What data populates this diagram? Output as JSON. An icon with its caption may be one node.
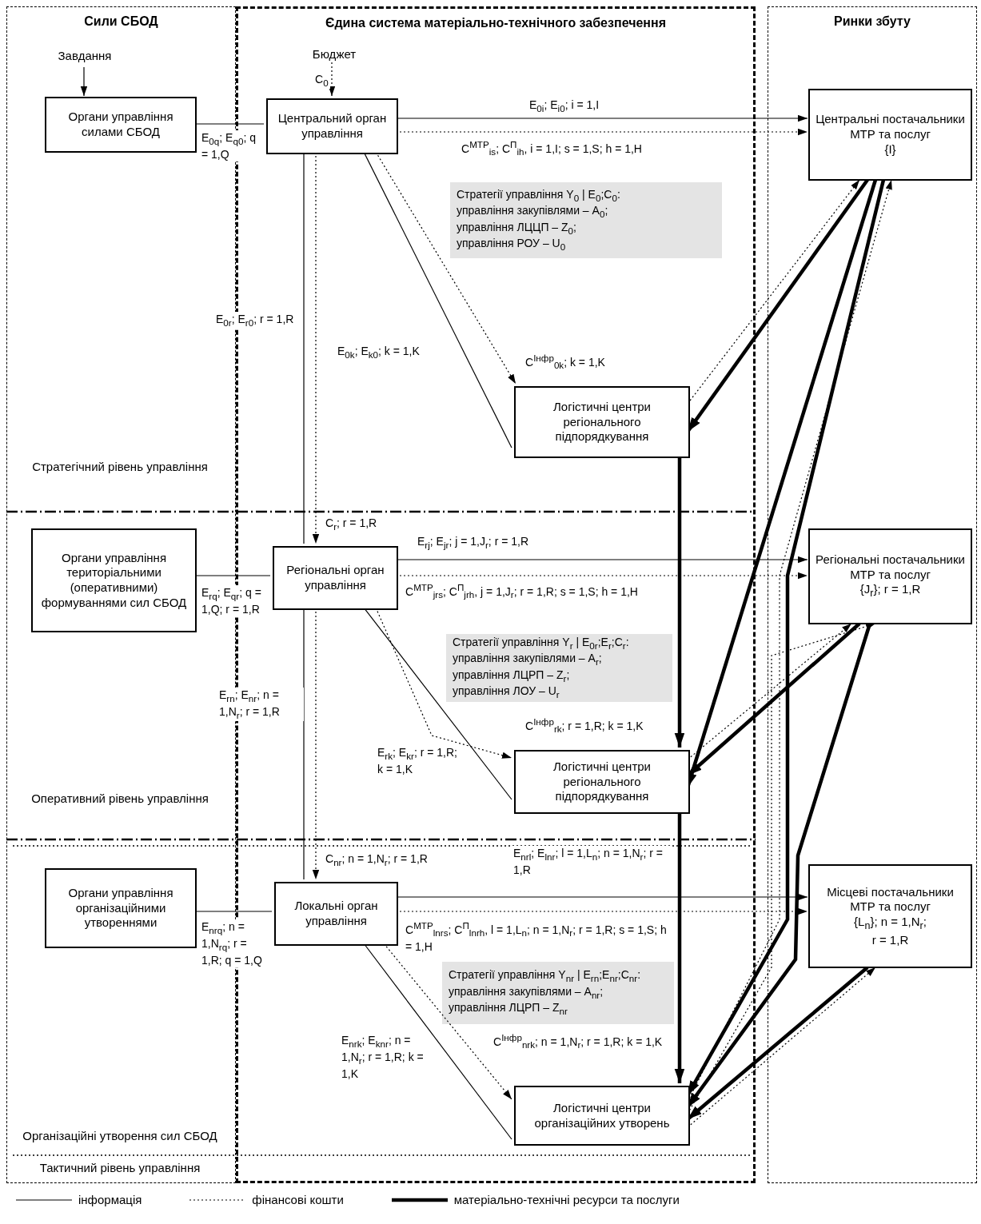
{
  "diagram": {
    "nodes": [
      {
        "text": [
          "Сили СБОД"
        ]
      },
      {
        "text": [
          "Єдина система матеріально-технічного забезпечення"
        ]
      },
      {
        "text": [
          "Ринки збуту"
        ]
      },
      {
        "text": [
          "Завдання"
        ],
        "in": 0
      },
      {
        "text": [
          "Органи управління силами СБОД"
        ],
        "in": 0
      },
      {
        "text": [
          "Органи управління територіальними (оперативними) формуваннями сил СБОД"
        ],
        "in": 0
      },
      {
        "text": [
          "Органи управління організаційними утвореннями"
        ],
        "in": 0
      },
      {
        "text": [
          "Бюджет"
        ],
        "in": 1
      },
      {
        "text": [
          "Центральний орган управління"
        ],
        "in": 1
      },
      {
        "text": [
          "Стратегії управління Y$_{0}$ | E$_{0}$;C$_{0}$:",
          "управління закупівлями – A$_{0}$;",
          "управління ЛЦЦП – Z$_{0}$;",
          "управління РОУ – U$_{0}$"
        ],
        "in": 1
      },
      {
        "text": [
          "Логістичні центри регіонального підпорядкування"
        ],
        "in": 1
      },
      {
        "text": [
          "Регіональні орган управління"
        ],
        "in": 1
      },
      {
        "text": [
          "Стратегії управління Y$_{r}$ | E$_{0r}$;E$_{r}$;C$_{r}$:",
          "управління закупівлями – A$_{r}$;",
          "управління ЛЦРП – Z$_{r}$;",
          "управління ЛОУ – U$_{r}$"
        ],
        "in": 1
      },
      {
        "text": [
          "Логістичні центри регіонального підпорядкування"
        ],
        "in": 1
      },
      {
        "text": [
          "Локальні орган управління"
        ],
        "in": 1
      },
      {
        "text": [
          "Стратегії управління Y$_{nr}$ | E$_{rn}$;E$_{nr}$;C$_{nr}$:",
          "управління закупівлями – A$_{nr}$;",
          "управління ЛЦРП – Z$_{nr}$"
        ],
        "in": 1
      },
      {
        "text": [
          "Логістичні центри організаційних утворень"
        ],
        "in": 1
      },
      {
        "text": [
          "Центральні постачальники МТР та послуг",
          "{I}"
        ],
        "in": 2
      },
      {
        "text": [
          "Регіональні постачальники МТР та послуг",
          "{J$_{r}$}; r = 1,R"
        ],
        "in": 2
      },
      {
        "text": [
          "Місцеві постачальники МТР та послуг",
          "{L$_{n}$}; n = 1,N$_{r}$;",
          "r = 1,R"
        ],
        "in": 2
      }
    ],
    "edges": [
      {
        "from": 3,
        "to": 4,
        "arrow": "to"
      },
      {
        "from": 4,
        "to": 8,
        "arrow": "none",
        "label": "E$_{0q}$; E$_{q0}$; q = 1,Q"
      },
      {
        "from": 7,
        "to": 8,
        "arrow": "to",
        "style": "dashed",
        "label": "C$_{0}$"
      },
      {
        "from": 8,
        "to": 17,
        "arrow": "to",
        "label": "E$_{0i}$; E$_{i0}$; i = 1,I"
      },
      {
        "from": 8,
        "to": 17,
        "arrow": "to",
        "style": "dashed",
        "label": "C$^{МТР}$$_{is}$; C$^{П}$$_{ih}$, i = 1,I; s = 1,S; h = 1,H"
      },
      {
        "from": 8,
        "to": 10,
        "arrow": "none",
        "label": "E$_{0k}$; E$_{k0}$; k = 1,K"
      },
      {
        "from": 8,
        "to": 10,
        "arrow": "to",
        "style": "dashed",
        "label": "C$^{Інфр}$$_{0k}$; k = 1,K"
      },
      {
        "from": 8,
        "to": 11,
        "arrow": "none",
        "label": "E$_{0r}$; E$_{r0}$; r = 1,R"
      },
      {
        "from": 8,
        "to": 11,
        "arrow": "to",
        "style": "dashed",
        "label": "C$_{r}$; r = 1,R"
      },
      {
        "from": 17,
        "to": 10,
        "arrow": "to",
        "style": "thick"
      },
      {
        "from": 10,
        "to": 17,
        "arrow": "to",
        "style": "dashed"
      },
      {
        "from": 10,
        "to": 13,
        "arrow": "to",
        "style": "thick"
      },
      {
        "from": 17,
        "to": 13,
        "arrow": "to",
        "style": "thick"
      },
      {
        "from": 17,
        "to": 16,
        "arrow": "to",
        "style": "thick"
      },
      {
        "from": 16,
        "to": 17,
        "arrow": "to",
        "style": "dashed"
      },
      {
        "from": 11,
        "to": 5,
        "arrow": "none",
        "label": "E$_{rq}$; E$_{qr}$; q = 1,Q; r = 1,R"
      },
      {
        "from": 11,
        "to": 18,
        "arrow": "to",
        "label": "E$_{rj}$; E$_{jr}$; j = 1,J$_{r}$; r = 1,R"
      },
      {
        "from": 11,
        "to": 18,
        "arrow": "to",
        "style": "dashed",
        "label": "C$^{МТР}$$_{jrs}$; C$^{П}$$_{jrh}$, j = 1,J$_{r}$; r = 1,R; s = 1,S; h = 1,H"
      },
      {
        "from": 11,
        "to": 13,
        "arrow": "none",
        "label": "E$_{rk}$; E$_{kr}$; r = 1,R; k = 1,K"
      },
      {
        "from": 11,
        "to": 13,
        "arrow": "to",
        "style": "dashed",
        "label": "C$^{Інфр}$$_{rk}$; r = 1,R; k = 1,K"
      },
      {
        "from": 11,
        "to": 14,
        "arrow": "none",
        "label": "E$_{rn}$; E$_{nr}$; n = 1,N$_{r}$; r = 1,R"
      },
      {
        "from": 11,
        "to": 14,
        "arrow": "to",
        "style": "dashed",
        "label": "C$_{nr}$; n = 1,N$_{r}$; r = 1,R"
      },
      {
        "from": 18,
        "to": 13,
        "arrow": "to",
        "style": "thick"
      },
      {
        "from": 13,
        "to": 18,
        "arrow": "to",
        "style": "dashed"
      },
      {
        "from": 18,
        "to": 16,
        "arrow": "to",
        "style": "thick"
      },
      {
        "from": 16,
        "to": 18,
        "arrow": "to",
        "style": "dashed"
      },
      {
        "from": 13,
        "to": 16,
        "arrow": "to",
        "style": "thick"
      },
      {
        "from": 14,
        "to": 6,
        "arrow": "none",
        "label": "E$_{nrq}$; n = 1,N$_{rq}$; r = 1,R; q = 1,Q"
      },
      {
        "from": 14,
        "to": 19,
        "arrow": "to",
        "label": "E$_{nrl}$; E$_{lnr}$; l = 1,L$_{n}$; n = 1,N$_{r}$; r = 1,R"
      },
      {
        "from": 14,
        "to": 19,
        "arrow": "to",
        "style": "dashed",
        "label": "C$^{МТР}$$_{lnrs}$; C$^{П}$$_{lnrh}$, l = 1,L$_{n}$; n = 1,N$_{r}$; r = 1,R; s = 1,S; h = 1,H"
      },
      {
        "from": 14,
        "to": 16,
        "arrow": "none",
        "label": "E$_{nrk}$; E$_{knr}$; n = 1,N$_{r}$; r = 1,R; k = 1,K"
      },
      {
        "from": 14,
        "to": 16,
        "arrow": "to",
        "style": "dashed",
        "label": "C$^{Інфр}$$_{nrk}$; n = 1,N$_{r}$; r = 1,R; k = 1,K"
      },
      {
        "from": 19,
        "to": 16,
        "arrow": "to",
        "style": "thick"
      },
      {
        "from": 16,
        "to": 19,
        "arrow": "to",
        "style": "dashed"
      }
    ],
    "labels": [
      "Стратегічний рівень управління",
      "Оперативний рівень управління",
      "Організаційні утворення сил СБОД",
      "Тактичний рівень управління"
    ],
    "legend": [
      {
        "text": "інформація"
      },
      {
        "text": "фінансові кошти"
      },
      {
        "text": "матеріально-технічні ресурси та послуги"
      }
    ]
  }
}
